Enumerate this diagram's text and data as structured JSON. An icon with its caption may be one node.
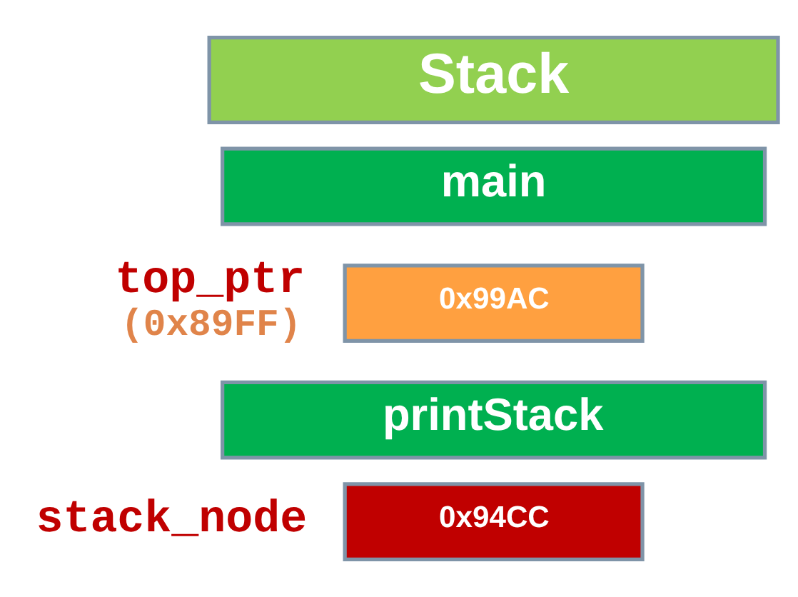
{
  "diagram": {
    "nodes": [
      {
        "text": [
          "Stack"
        ]
      },
      {
        "text": [
          "main"
        ]
      },
      {
        "text": [
          "0x99AC"
        ],
        "beside": [
          "top_ptr",
          "(0x89FF)"
        ]
      },
      {
        "text": [
          "printStack"
        ]
      },
      {
        "text": [
          "0x94CC"
        ],
        "beside": [
          "stack_node"
        ]
      }
    ]
  }
}
